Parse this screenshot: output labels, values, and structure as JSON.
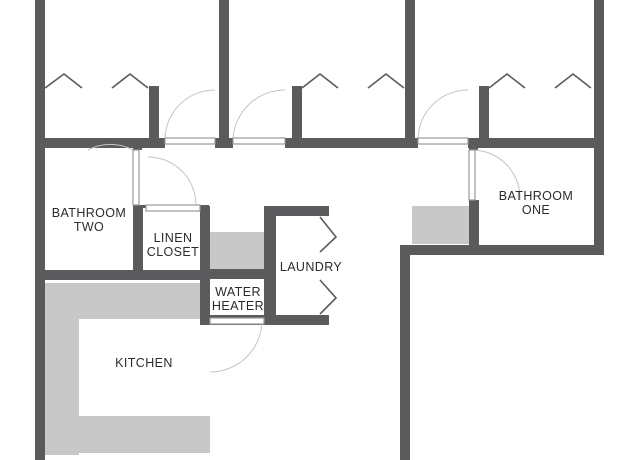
{
  "rooms": {
    "bathroom_two": {
      "line1": "BATHROOM",
      "line2": "TWO"
    },
    "linen_closet": {
      "line1": "LINEN",
      "line2": "CLOSET"
    },
    "laundry": {
      "line1": "LAUNDRY"
    },
    "water_heater": {
      "line1": "WATER",
      "line2": "HEATER"
    },
    "bathroom_one": {
      "line1": "BATHROOM",
      "line2": "ONE"
    },
    "kitchen": {
      "line1": "KITCHEN"
    }
  },
  "colors": {
    "wall": "#5b5b5d",
    "counter": "#c8c8c8",
    "background": "#ffffff"
  }
}
